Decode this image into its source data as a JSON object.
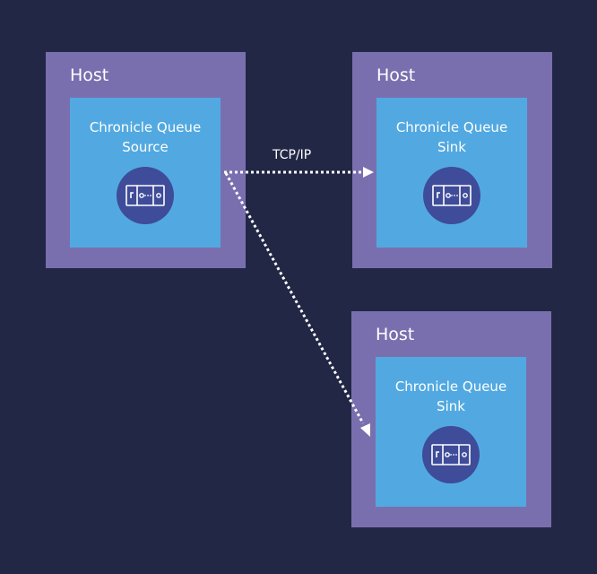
{
  "hosts": [
    {
      "label": "Host",
      "queue": {
        "line1": "Chronicle Queue",
        "line2": "Source",
        "icon": "queue-icon"
      }
    },
    {
      "label": "Host",
      "queue": {
        "line1": "Chronicle Queue",
        "line2": "Sink",
        "icon": "queue-icon"
      }
    },
    {
      "label": "Host",
      "queue": {
        "line1": "Chronicle Queue",
        "line2": "Sink",
        "icon": "queue-icon"
      }
    }
  ],
  "connection": {
    "label": "TCP/IP"
  },
  "colors": {
    "background": "#222745",
    "host": "#7a6fae",
    "queue": "#52a9e1",
    "icon": "#3e4c9a",
    "arrow": "#ffffff"
  }
}
